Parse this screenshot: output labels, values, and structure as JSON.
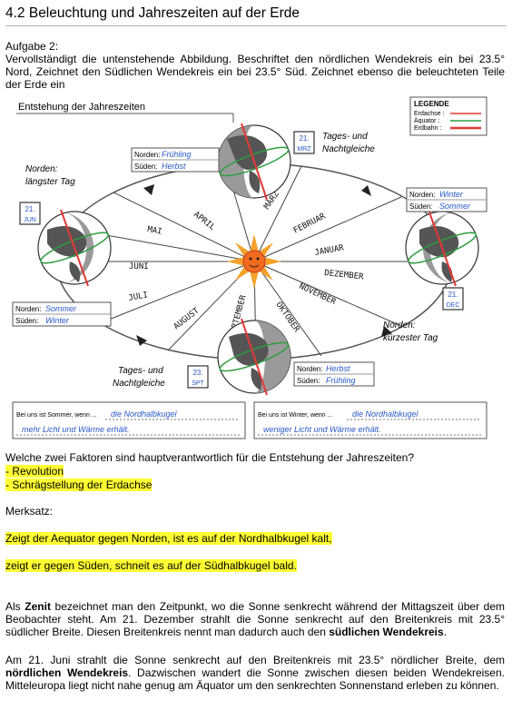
{
  "page": {
    "title": "4.2 Beleuchtung und Jahreszeiten auf der Erde",
    "task_label": "Aufgabe 2:",
    "task_text": "Vervollständigt die untenstehende Abbildung. Beschriftet den nördlichen Wendekreis ein bei 23.5° Nord, Zeichnet den Südlichen Wendekreis ein bei 23.5° Süd. Zeichnet ebenso die beleuchteten Teile der Erde ein"
  },
  "figure": {
    "title": "Entstehung der Jahreszeiten",
    "legend": {
      "title": "LEGENDE",
      "items": [
        {
          "label": "Erdachse :",
          "color": "#e53935"
        },
        {
          "label": "Äquator :",
          "color": "#2e9e3f"
        },
        {
          "label": "Erdbahn :",
          "color": "#e53935"
        }
      ]
    },
    "months": [
      "APRIL",
      "MÄRZ",
      "FEBRUAR",
      "JANUAR",
      "DEZEMBER",
      "NOVEMBER",
      "OKTOBER",
      "SEPTEMBER",
      "AUGUST",
      "JULI",
      "JUNI",
      "MAI"
    ],
    "positions": {
      "top": {
        "note_top": "Tages- und",
        "note_bottom": "Nachtgleiche",
        "date_top": "21.",
        "date_bottom": "MRZ",
        "north_label": "Norden:",
        "north_value": "Frühling",
        "south_label": "Süden:",
        "south_value": "Herbst"
      },
      "left": {
        "note_top": "Norden:",
        "note_bottom": "längster Tag",
        "date_top": "21.",
        "date_bottom": "JUN",
        "north_label": "Norden:",
        "north_value": "Sommer",
        "south_label": "Süden:",
        "south_value": "Winter"
      },
      "right": {
        "note_top": "Norden:",
        "note_bottom": "kürzester Tag",
        "date_top": "21.",
        "date_bottom": "DEC",
        "north_label": "Norden:",
        "north_value": "Winter",
        "south_label": "Süden:",
        "south_value": "Sommer"
      },
      "bottom": {
        "note_top": "Tages- und",
        "note_bottom": "Nachtgleiche",
        "date_top": "23.",
        "date_bottom": "SPT",
        "north_label": "Norden:",
        "north_value": "Herbst",
        "south_label": "Süden:",
        "south_value": "Frühling"
      }
    },
    "summer_box": {
      "prefix": "Bei uns ist Sommer, wenn ...",
      "line1": "die Nordhalbkugel",
      "line2": "mehr Licht und Wärme erhält."
    },
    "winter_box": {
      "prefix": "Bei uns ist Winter, wenn ...",
      "line1": "die Nordhalbkugel",
      "line2": "weniger Licht und Wärme erhält."
    }
  },
  "question": {
    "text": "Welche zwei Faktoren sind hauptverantwortlich für die Entstehung der Jahreszeiten?",
    "answers": [
      "- Revolution",
      "- Schrägstellung der Erdachse"
    ]
  },
  "merksatz": {
    "label": "Merksatz:",
    "line1": "Zeigt der Aequator gegen Norden, ist es auf der Nordhalbkugel kalt,",
    "line2": "zeigt er gegen Süden, schneit es auf der Südhalbkugel bald."
  },
  "para1": {
    "t1": "Als ",
    "b1": "Zenit",
    "t2": " bezeichnet man den Zeitpunkt, wo die Sonne senkrecht während der Mittagszeit über dem Beobachter steht. Am 21. Dezember strahlt die Sonne senkrecht auf den Breitenkreis mit 23.5° südlicher Breite. Diesen Breitenkreis nennt man dadurch auch den ",
    "b2": "südlichen Wendekreis",
    "t3": "."
  },
  "para2": {
    "t1": "Am 21. Juni strahlt die Sonne senkrecht auf den Breitenkreis mit 23.5° nördlicher Breite, dem ",
    "b1": "nördlichen Wendekreis",
    "t2": ". Dazwischen wandert die Sonne zwischen diesen beiden Wendekreisen. Mitteleuropa liegt nicht nahe genug am Äquator um den senkrechten Sonnenstand erleben zu können."
  }
}
